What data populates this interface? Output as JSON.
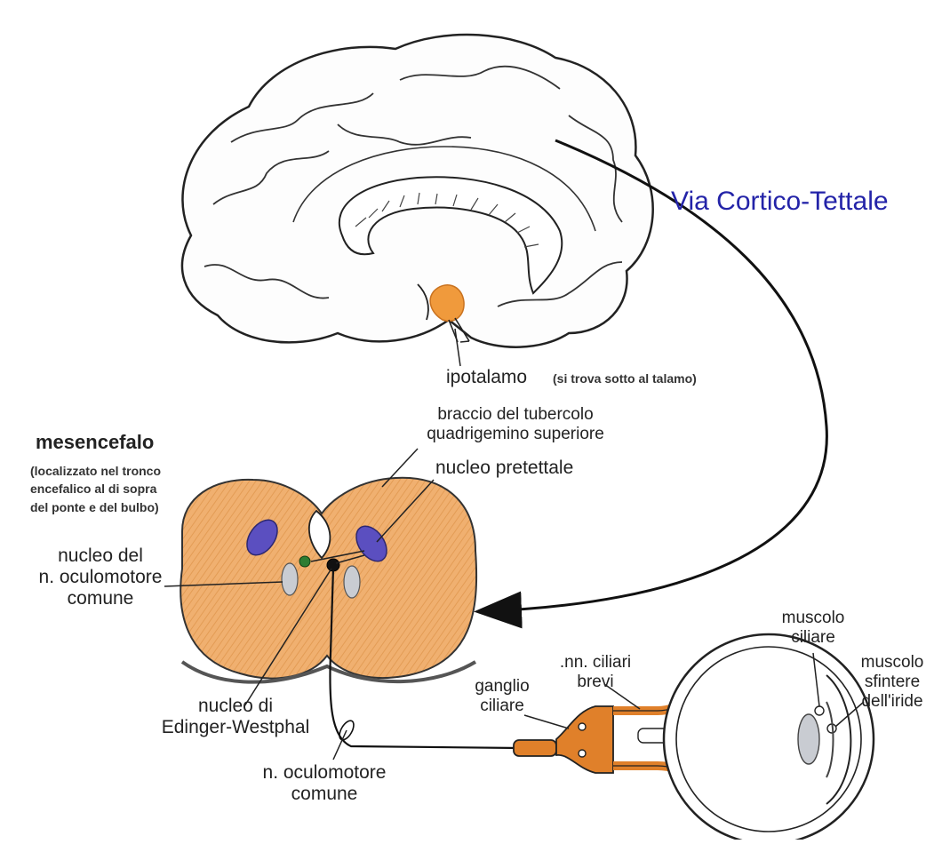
{
  "title": "Via Cortico-Tettale",
  "labels": {
    "ipotalamo": "ipotalamo",
    "ipotalamo_note": "(si trova sotto al talamo)",
    "braccio_line1": "braccio del tubercolo",
    "braccio_line2": "quadrigemino superiore",
    "mesencefalo": "mesencefalo",
    "mesencefalo_note_line1": "(localizzato nel tronco",
    "mesencefalo_note_line2": "encefalico al di sopra",
    "mesencefalo_note_line3": "del ponte e del bulbo)",
    "nucleo_pretettale": "nucleo pretettale",
    "nucleo_oculomotore_line1": "nucleo del",
    "nucleo_oculomotore_line2": "n. oculomotore",
    "nucleo_oculomotore_line3": "comune",
    "edinger_line1": "nucleo di",
    "edinger_line2": "Edinger-Westphal",
    "nervo_oculomotore_line1": "n. oculomotore",
    "nervo_oculomotore_line2": "comune",
    "ganglio_line1": "ganglio",
    "ganglio_line2": "ciliare",
    "ciliari_line1": ".nn. ciliari",
    "ciliari_line2": "brevi",
    "muscolo_ciliare_line1": "muscolo",
    "muscolo_ciliare_line2": "ciliare",
    "sfintere_line1": "muscolo",
    "sfintere_line2": "sfintere",
    "sfintere_line3": "dell'iride"
  },
  "colors": {
    "title": "#2323a8",
    "midbrain_fill": "#f0b070",
    "hypothalamus_fill": "#f09a3c",
    "nucleus_purple": "#6a5acd",
    "nucleus_green": "#2e7d32",
    "nerve_orange": "#e0802a"
  }
}
